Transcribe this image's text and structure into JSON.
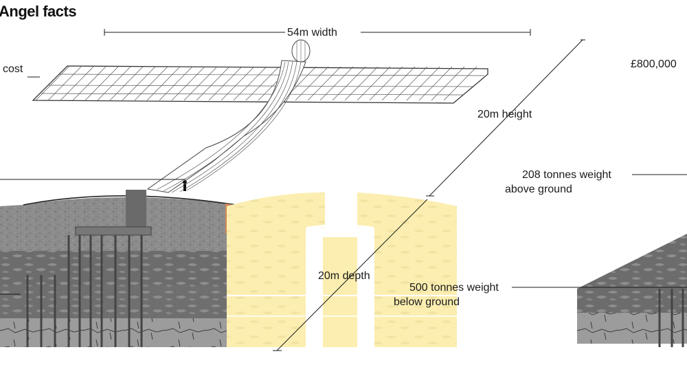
{
  "title": "Angel facts",
  "labels": {
    "width": "54m width",
    "cost": "cost",
    "cost_value": "£800,000",
    "height": "20m height",
    "weight_above_line1": "208 tonnes weight",
    "weight_above_line2": "above ground",
    "depth": "20m depth",
    "weight_below_line1": "500 tonnes weight",
    "weight_below_line2": "below ground"
  },
  "colors": {
    "ground": "#8a8a8a",
    "deep_ground": "#707070",
    "foundation": "#fbeeb0",
    "accent_copper": "#d2875a",
    "structure": "#555555",
    "line": "#1a1a1a"
  }
}
